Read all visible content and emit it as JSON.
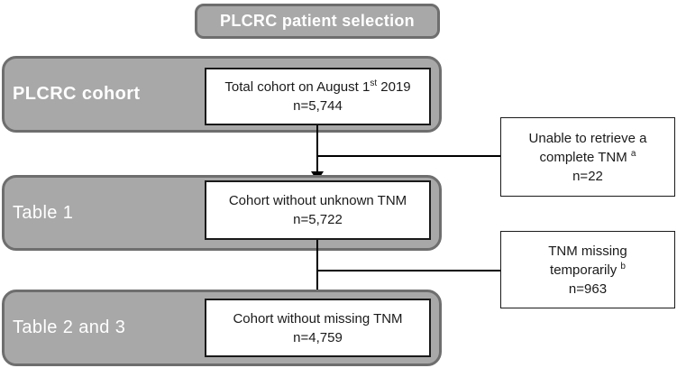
{
  "title_box": {
    "label": "PLCRC patient selection"
  },
  "colors": {
    "stage_fill": "#a8a8a8",
    "stage_border": "#6e6e6e",
    "box_border": "#1a1a1a",
    "connector": "#000000",
    "label_text": "#ffffff"
  },
  "rows": [
    {
      "label": "PLCRC cohort",
      "inner": {
        "line1_pre": "Total cohort on August 1",
        "line1_sup": "st",
        "line1_post": " 2019",
        "line2": "n=5,744"
      }
    },
    {
      "label": "Table 1",
      "inner": {
        "line1_pre": "Cohort without unknown TNM",
        "line1_sup": "",
        "line1_post": "",
        "line2": "n=5,722"
      }
    },
    {
      "label": "Table 2 and 3",
      "inner": {
        "line1_pre": "Cohort without missing TNM",
        "line1_sup": "",
        "line1_post": "",
        "line2": "n=4,759"
      }
    }
  ],
  "side_boxes": [
    {
      "line1": "Unable to retrieve a",
      "line2_pre": "complete TNM ",
      "line2_sup": "a",
      "line3": "n=22"
    },
    {
      "line1": "TNM missing",
      "line2_pre": "temporarily ",
      "line2_sup": "b",
      "line3": "n=963"
    }
  ]
}
